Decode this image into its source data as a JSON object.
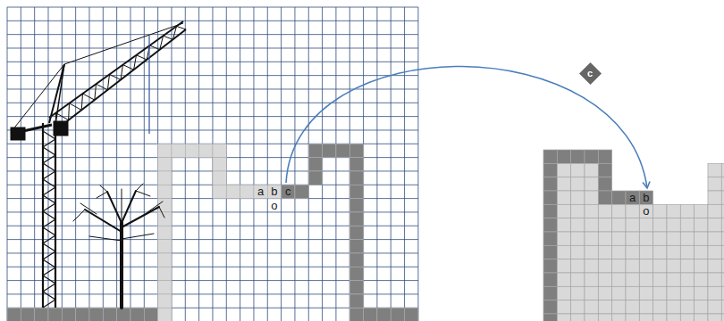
{
  "diagram": {
    "nodes": [
      {
        "text": [
          "c"
        ]
      }
    ],
    "labels": [
      "a",
      "b",
      "c",
      "o",
      "a",
      "b",
      "o"
    ]
  }
}
